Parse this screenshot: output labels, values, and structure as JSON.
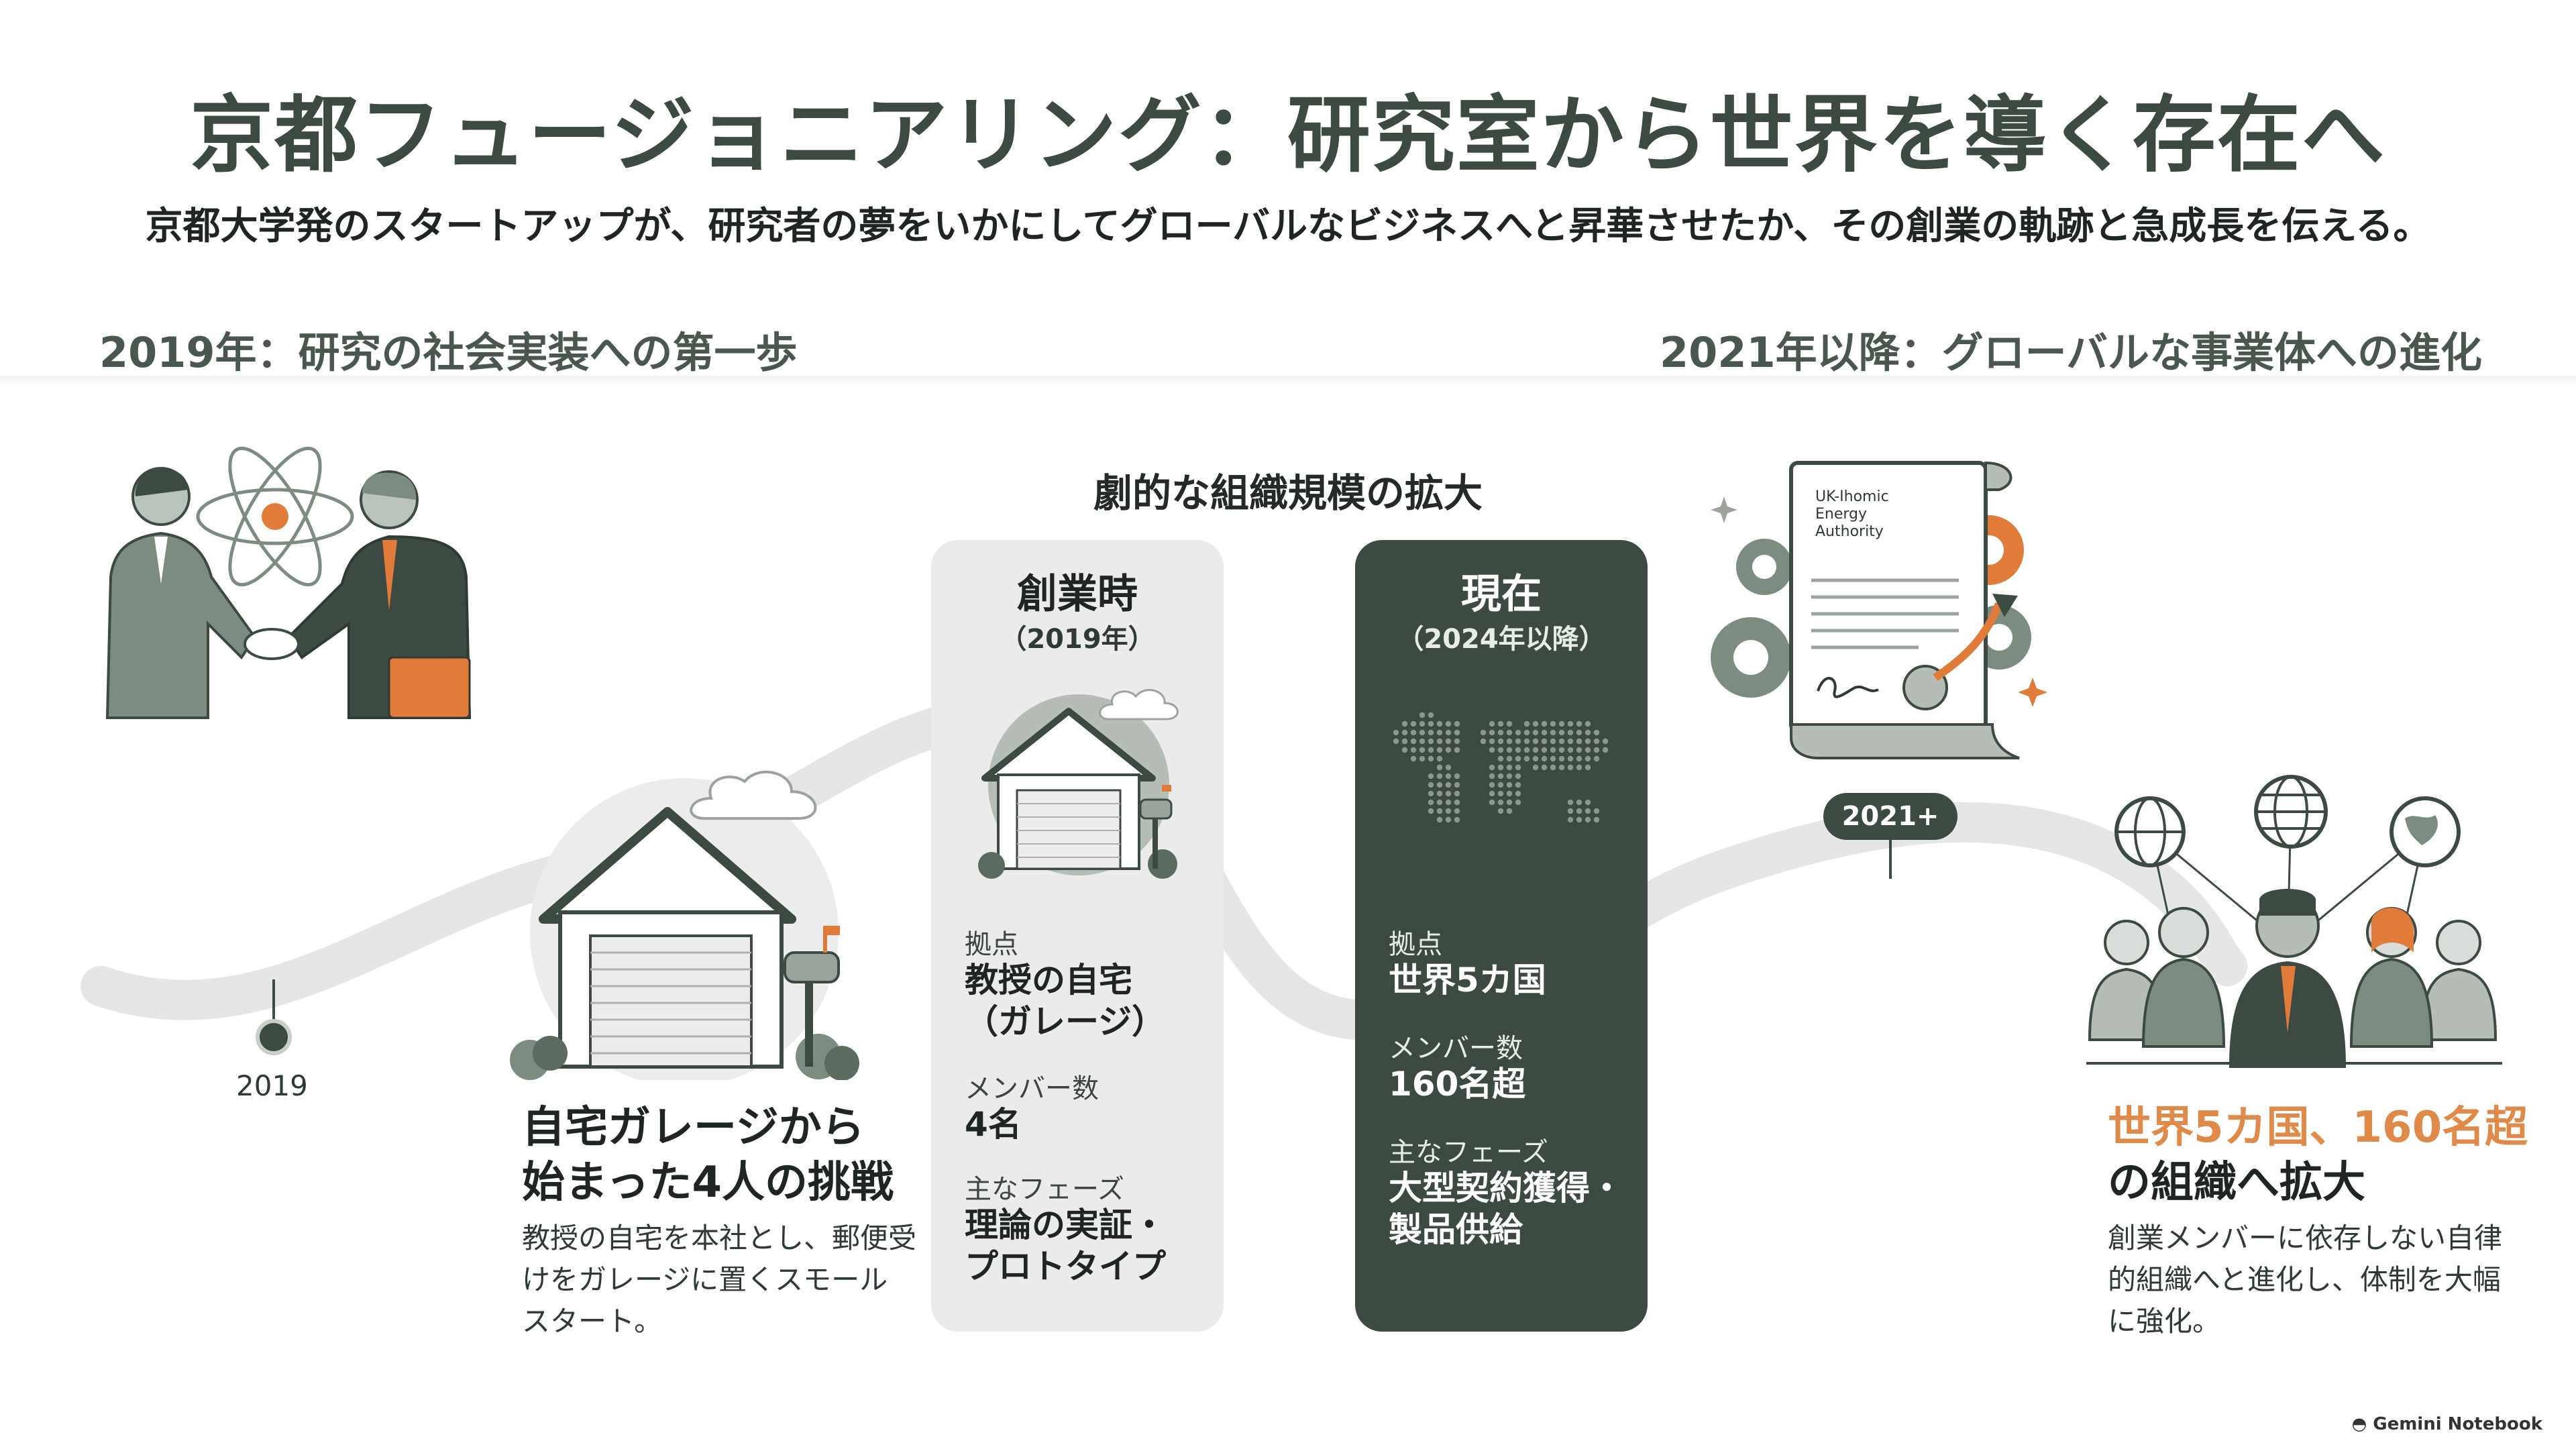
{
  "header": {
    "title": "京都フュージョニアリング：研究室から世界を導く存在へ",
    "subtitle": "京都大学発のスタートアップが、研究者の夢をいかにしてグローバルなビジネスへと昇華させたか、その創業の軌跡と急成長を伝える。"
  },
  "sections": {
    "left": "2019年：研究の社会実装への第一歩",
    "right": "2021年以降：グローバルな事業体への進化"
  },
  "comparison": {
    "heading": "劇的な組織規模の拡大",
    "founding": {
      "title": "創業時",
      "subtitle": "（2019年）",
      "base_label": "拠点",
      "base_value": "教授の自宅\n（ガレージ）",
      "members_label": "メンバー数",
      "members_value": "4名",
      "phase_label": "主なフェーズ",
      "phase_value": "理論の実証・\nプロトタイプ"
    },
    "current": {
      "title": "現在",
      "subtitle": "（2024年以降）",
      "base_label": "拠点",
      "base_value": "世界5カ国",
      "members_label": "メンバー数",
      "members_value": "160名超",
      "phase_label": "主なフェーズ",
      "phase_value": "大型契約獲得・\n製品供給"
    }
  },
  "timeline": {
    "start_year": "2019",
    "milestone_badge": "2021+"
  },
  "left_card": {
    "heading": "自宅ガレージから\n始まった4人の挑戦",
    "body": "教授の自宅を本社とし、郵便受\nけをガレージに置くスモール\nスタート。"
  },
  "right_card": {
    "heading_highlight": "世界5カ国、160名超",
    "heading_rest": "の組織へ拡大",
    "body": "創業メンバーに依存しない自律\n的組織へと進化し、体制を大幅\nに強化。"
  },
  "document_illustration": {
    "lines": [
      "UK-Ihomic",
      "Energy",
      "Authority"
    ]
  },
  "footer": {
    "brand": "Gemini Notebook"
  },
  "colors": {
    "dark_green": "#3c4a42",
    "mid_green": "#7d8c80",
    "accent_orange": "#e07b39",
    "panel_light": "#ebebeb"
  }
}
